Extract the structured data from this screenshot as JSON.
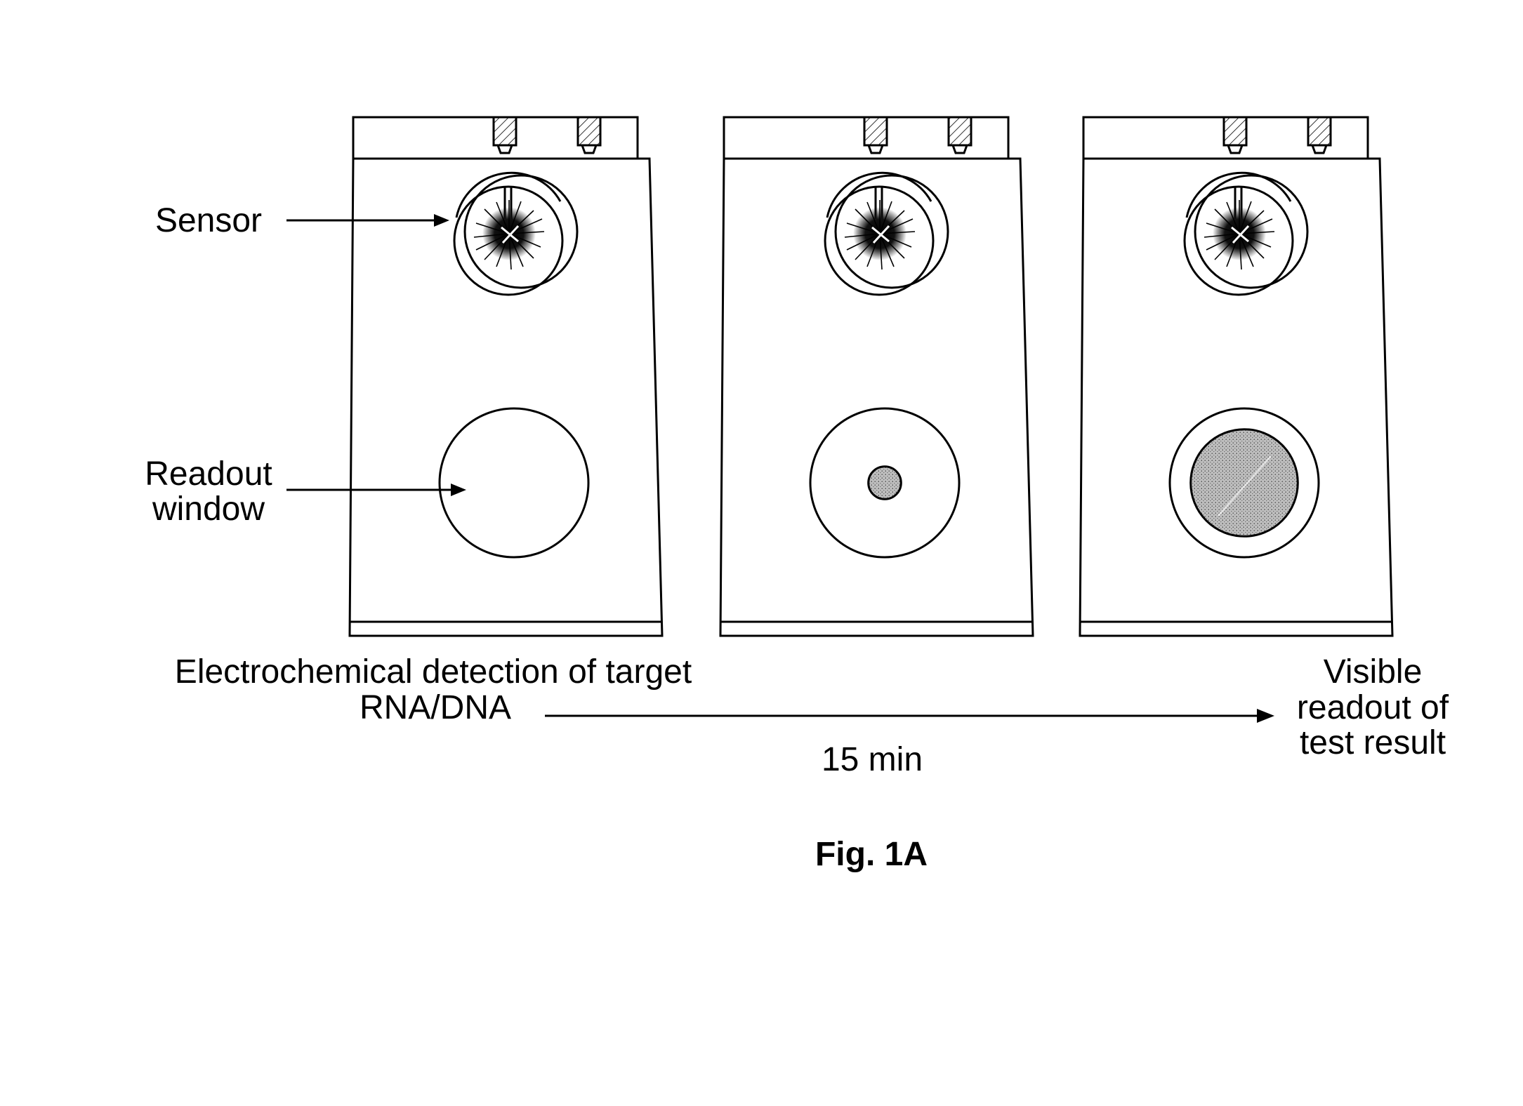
{
  "labels": {
    "sensor": "Sensor",
    "readout_line1": "Readout",
    "readout_line2": "window",
    "detection_line1": "Electrochemical detection of target",
    "detection_line2": "RNA/DNA",
    "visible_line1": "Visible",
    "visible_line2": "readout of",
    "visible_line3": "test result",
    "time": "15 min",
    "figure_caption": "Fig. 1A"
  },
  "devices": [
    {
      "stage": "initial",
      "readout_fill": 0
    },
    {
      "stage": "intermediate",
      "readout_fill": 0.22
    },
    {
      "stage": "final",
      "readout_fill": 0.72
    }
  ]
}
